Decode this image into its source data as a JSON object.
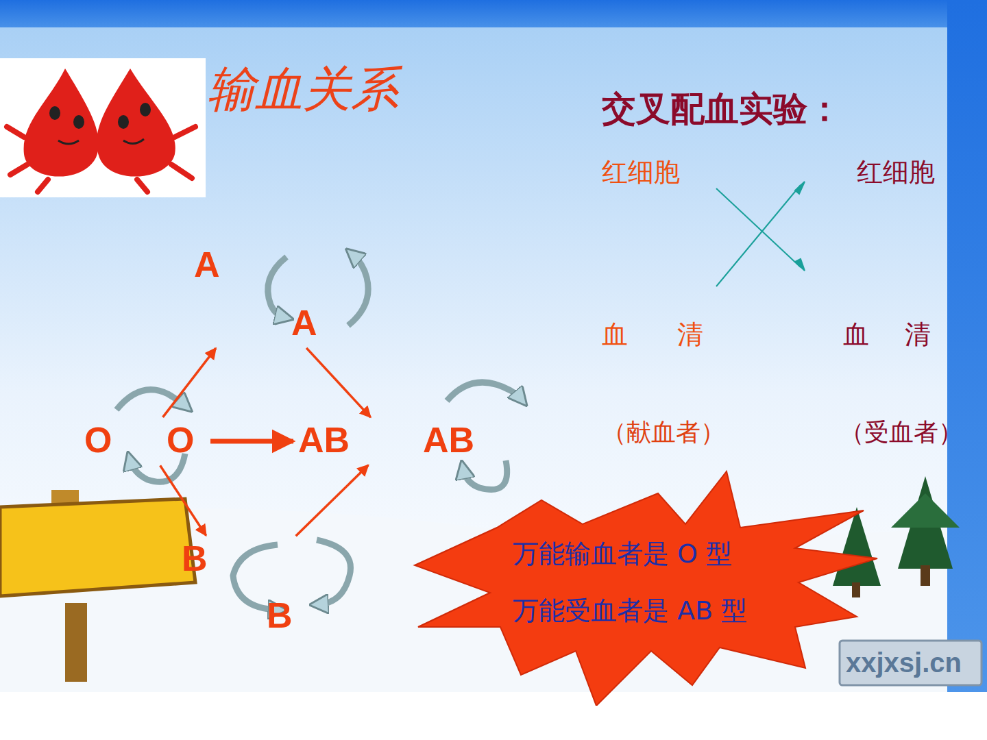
{
  "diagram": {
    "title": "输血关系",
    "nodes": [
      {
        "text": [
          "A",
          "A"
        ]
      },
      {
        "text": [
          "O",
          "O"
        ]
      },
      {
        "text": [
          "AB",
          "AB"
        ]
      },
      {
        "text": [
          "B",
          "B"
        ]
      },
      {
        "text": [
          "万能输血者是 O 型",
          "万能受血者是 AB 型"
        ]
      }
    ],
    "edges": [
      {
        "from": 1,
        "to": 0,
        "arrow": "to"
      },
      {
        "from": 0,
        "to": 2,
        "arrow": "to"
      },
      {
        "from": 1,
        "to": 2,
        "arrow": "to"
      },
      {
        "from": 1,
        "to": 3,
        "arrow": "to"
      },
      {
        "from": 3,
        "to": 2,
        "arrow": "to"
      }
    ],
    "labels": [
      "交叉配血实验：",
      "红细胞",
      "红细胞",
      "血 清",
      "血 清",
      "（献血者）",
      "（受血者）",
      "xxjxsj.cn"
    ]
  }
}
